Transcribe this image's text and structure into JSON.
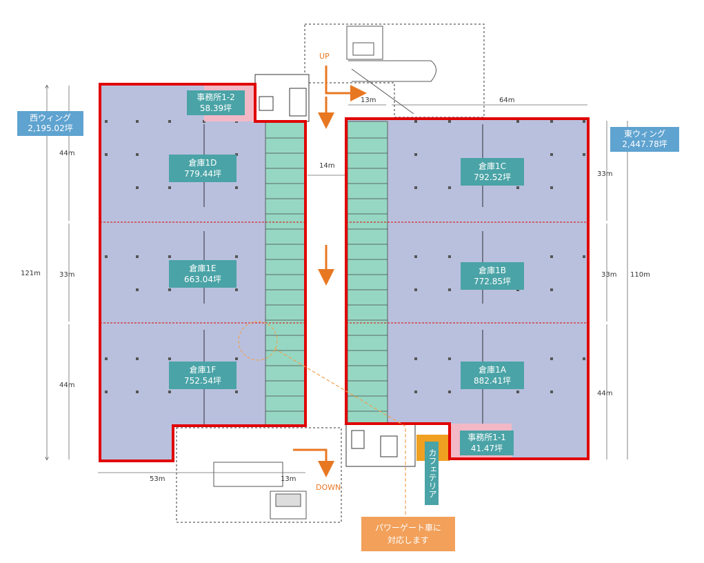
{
  "wings": {
    "west": {
      "name": "西ウィング",
      "area": "2,195.02坪"
    },
    "east": {
      "name": "東ウィング",
      "area": "2,447.78坪"
    }
  },
  "warehouses": {
    "w1D": {
      "name": "倉庫1D",
      "area": "779.44坪"
    },
    "w1E": {
      "name": "倉庫1E",
      "area": "663.04坪"
    },
    "w1F": {
      "name": "倉庫1F",
      "area": "752.54坪"
    },
    "w1C": {
      "name": "倉庫1C",
      "area": "792.52坪"
    },
    "w1B": {
      "name": "倉庫1B",
      "area": "772.85坪"
    },
    "w1A": {
      "name": "倉庫1A",
      "area": "882.41坪"
    }
  },
  "offices": {
    "o12": {
      "name": "事務所1-2",
      "area": "58.39坪"
    },
    "o11": {
      "name": "事務所1-1",
      "area": "41.47坪"
    }
  },
  "cafeteria": "カフェテリア",
  "ramps": {
    "up": "UP",
    "down": "DOWN"
  },
  "power_gate_note": {
    "line1": "パワーゲート車に",
    "line2": "対応します"
  },
  "dimensions": {
    "left_total": "121m",
    "left_44_top": "44m",
    "left_33": "33m",
    "left_44_bottom": "44m",
    "top_13": "13m",
    "top_64": "64m",
    "gap_14": "14m",
    "right_33_top": "33m",
    "right_33_mid": "33m",
    "right_44": "44m",
    "right_total": "110m",
    "bottom_53": "53m",
    "bottom_13": "13m"
  },
  "colors": {
    "floor": "#b9c0dd",
    "dock": "#96d7c3",
    "outline_red": "#e00000",
    "label_teal": "#4aa3a6",
    "wing_blue": "#5fa3d0",
    "office_pink": "#f2b8c6",
    "orange": "#e87722",
    "cafe_orange": "#f0a020"
  }
}
